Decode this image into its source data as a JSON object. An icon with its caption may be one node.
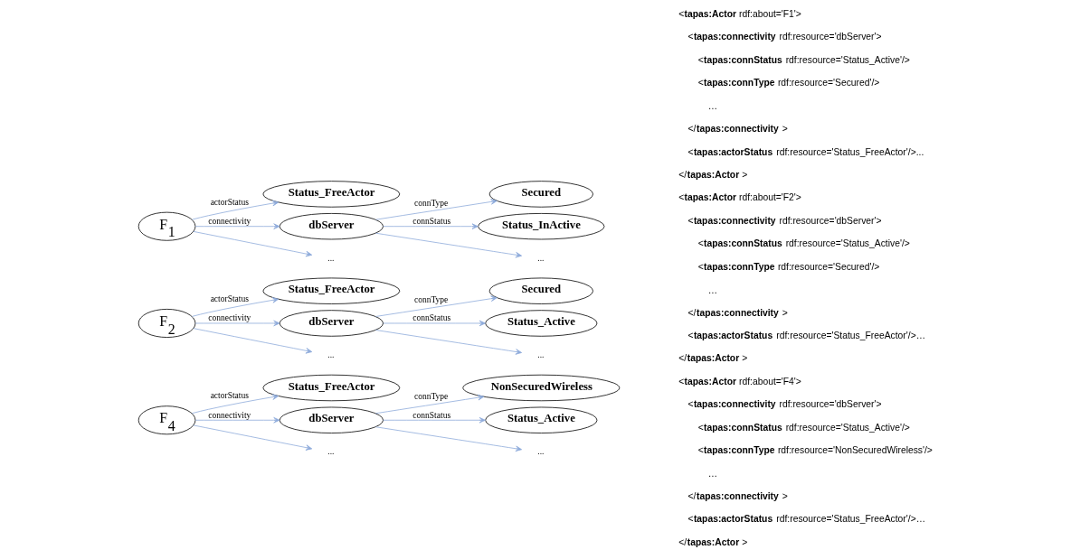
{
  "diagram": {
    "nodes": [
      {
        "text": [
          "Status_FreeActor"
        ]
      },
      {
        "text": [
          "F$_{1}$"
        ]
      },
      {
        "text": [
          "dbServer"
        ]
      },
      {
        "text": [
          "Secured"
        ]
      },
      {
        "text": [
          "Status_InActive"
        ]
      },
      {
        "text": [
          "..."
        ]
      },
      {
        "text": [
          "..."
        ]
      },
      {
        "text": [
          "Status_FreeActor"
        ]
      },
      {
        "text": [
          "F$_{2}$"
        ]
      },
      {
        "text": [
          "dbServer"
        ]
      },
      {
        "text": [
          "Secured"
        ]
      },
      {
        "text": [
          "Status_Active"
        ]
      },
      {
        "text": [
          "..."
        ]
      },
      {
        "text": [
          "..."
        ]
      },
      {
        "text": [
          "Status_FreeActor"
        ]
      },
      {
        "text": [
          "F$_{4}$"
        ]
      },
      {
        "text": [
          "dbServer"
        ]
      },
      {
        "text": [
          "NonSecuredWireless"
        ]
      },
      {
        "text": [
          "Status_Active"
        ]
      },
      {
        "text": [
          "..."
        ]
      },
      {
        "text": [
          "..."
        ]
      }
    ],
    "edges": [
      {
        "from": 1,
        "to": 0,
        "arrow": "to",
        "label": "actorStatus"
      },
      {
        "from": 1,
        "to": 2,
        "arrow": "to",
        "label": "connectivity"
      },
      {
        "from": 2,
        "to": 3,
        "arrow": "to",
        "label": "connType"
      },
      {
        "from": 2,
        "to": 4,
        "arrow": "to",
        "label": "connStatus"
      },
      {
        "from": 1,
        "to": 5,
        "arrow": "to"
      },
      {
        "from": 2,
        "to": 6,
        "arrow": "to"
      },
      {
        "from": 8,
        "to": 7,
        "arrow": "to",
        "label": "actorStatus"
      },
      {
        "from": 8,
        "to": 9,
        "arrow": "to",
        "label": "connectivity"
      },
      {
        "from": 9,
        "to": 10,
        "arrow": "to",
        "label": "connType"
      },
      {
        "from": 9,
        "to": 11,
        "arrow": "to",
        "label": "connStatus"
      },
      {
        "from": 8,
        "to": 12,
        "arrow": "to"
      },
      {
        "from": 9,
        "to": 13,
        "arrow": "to"
      },
      {
        "from": 15,
        "to": 14,
        "arrow": "to",
        "label": "actorStatus"
      },
      {
        "from": 15,
        "to": 16,
        "arrow": "to",
        "label": "connectivity"
      },
      {
        "from": 16,
        "to": 17,
        "arrow": "to",
        "label": "connType"
      },
      {
        "from": 16,
        "to": 18,
        "arrow": "to",
        "label": "connStatus"
      },
      {
        "from": 15,
        "to": 19,
        "arrow": "to"
      },
      {
        "from": 16,
        "to": 20,
        "arrow": "to"
      }
    ],
    "labels": [
      "<**tapas:Actor** rdf:about='F1'>",
      "<**tapas:connectivity** rdf:resource='dbServer'>",
      "<**tapas:connStatus** rdf:resource='Status_Active'/>",
      "<**tapas:connType** rdf:resource='Secured'/>",
      "…",
      "</**tapas:connectivity**>",
      "<**tapas:actorStatus** rdf:resource='Status_FreeActor'/>...",
      "</**tapas:Actor**>",
      "<**tapas:Actor** rdf:about='F2'>",
      "<**tapas:connectivity** rdf:resource='dbServer'>",
      "<**tapas:connStatus** rdf:resource='Status_Active'/>",
      "<**tapas:connType** rdf:resource='Secured'/>",
      "…",
      "</**tapas:connectivity**>",
      "<**tapas:actorStatus** rdf:resource='Status_FreeActor'/>…",
      "</**tapas:Actor**>",
      "<**tapas:Actor** rdf:about='F4'>",
      "<**tapas:connectivity** rdf:resource='dbServer'>",
      "<**tapas:connStatus** rdf:resource='Status_Active'/>",
      "<**tapas:connType** rdf:resource='NonSecuredWireless'/>",
      "…",
      "</**tapas:connectivity**>",
      "<**tapas:actorStatus** rdf:resource='Status_FreeActor'/>…",
      "</**tapas:Actor**>"
    ]
  }
}
